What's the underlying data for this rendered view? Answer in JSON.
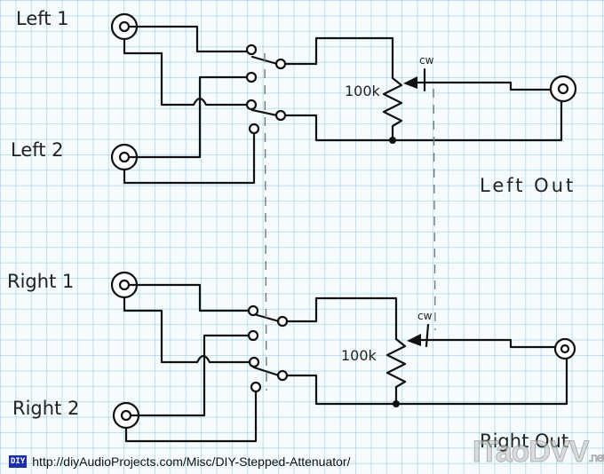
{
  "labels": {
    "left1": "Left 1",
    "left2": "Left 2",
    "left_out": "Left Out",
    "right1": "Right 1",
    "right2": "Right 2",
    "right_out": "Right Out",
    "pot_top": "100k",
    "pot_bottom": "100k",
    "cw_top": "cw",
    "cw_bottom": "cw"
  },
  "footer": {
    "badge": "DIY",
    "url": "http://diyAudioProjects.com/Misc/DIY-Stepped-Attenuator/"
  },
  "watermark": {
    "text": "ITaoDVV",
    "suffix": ".net"
  }
}
